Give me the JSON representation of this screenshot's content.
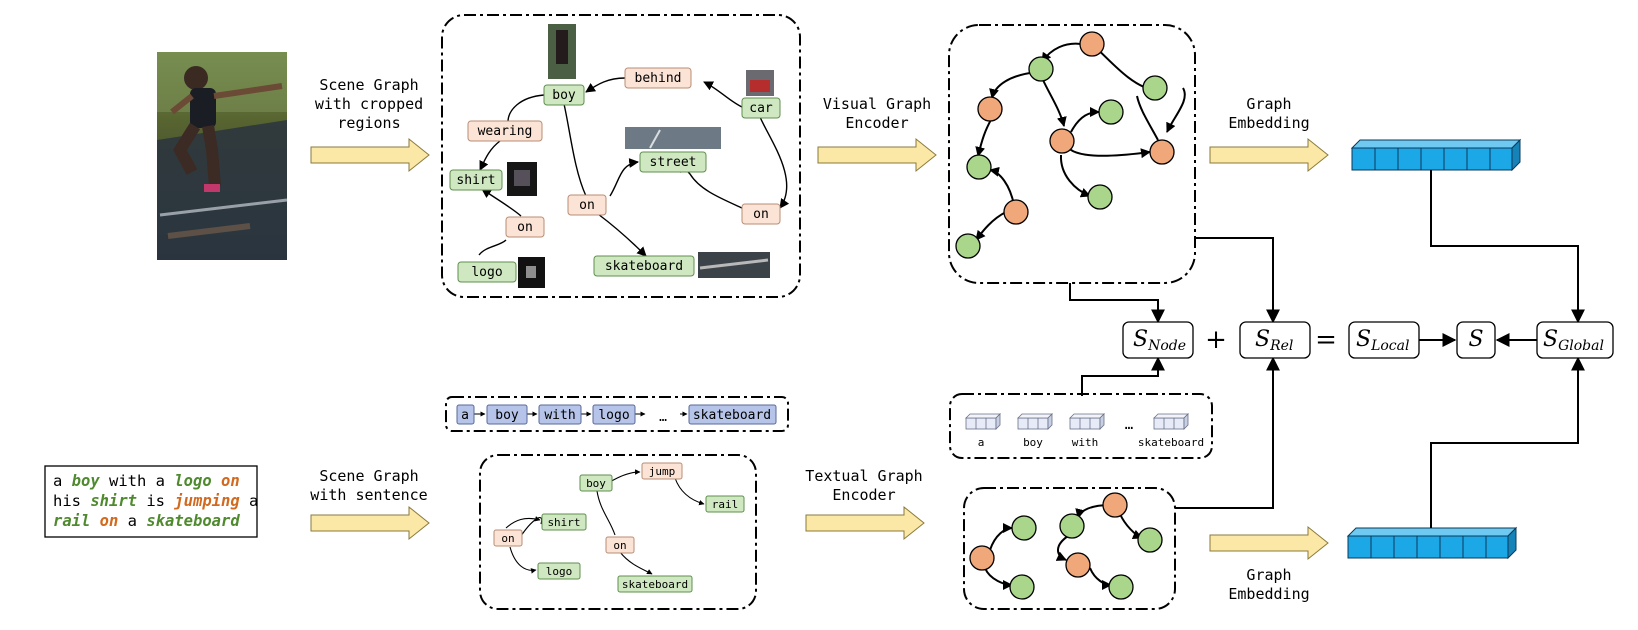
{
  "colors": {
    "object_node": "#cfe8c1",
    "object_border": "#5f8f4e",
    "relation_node": "#fbe3d6",
    "relation_border": "#b98e76",
    "arrow_fill": "#fbe8a6",
    "arrow_stroke": "#8a7a3c",
    "green_circle": "#a9d68b",
    "orange_circle": "#f0a77a",
    "embedding_blue": "#1ca7e6",
    "word_blue": "#b5c4e8",
    "green_text": "#4f8a2f",
    "orange_text": "#d2691e"
  },
  "labels": {
    "scene_graph_cropped": [
      "Scene Graph",
      "with cropped",
      "regions"
    ],
    "scene_graph_sentence": [
      "Scene Graph",
      "with sentence"
    ],
    "visual_encoder": [
      "Visual Graph",
      "Encoder"
    ],
    "textual_encoder": [
      "Textual Graph",
      "Encoder"
    ],
    "graph_embedding_top": [
      "Graph",
      "Embedding"
    ],
    "graph_embedding_bottom": [
      "Graph",
      "Embedding"
    ]
  },
  "visual_graph": {
    "objects": [
      "boy",
      "car",
      "shirt",
      "street",
      "logo",
      "skateboard"
    ],
    "relations": [
      "behind",
      "wearing",
      "on",
      "on",
      "on"
    ]
  },
  "sentence": {
    "line1": [
      {
        "text": "a ",
        "style": "plain"
      },
      {
        "text": "boy",
        "style": "green"
      },
      {
        "text": " with a ",
        "style": "plain"
      },
      {
        "text": "logo",
        "style": "green"
      },
      {
        "text": " ",
        "style": "plain"
      },
      {
        "text": "on",
        "style": "orange"
      }
    ],
    "line2": [
      {
        "text": "his ",
        "style": "plain"
      },
      {
        "text": "shirt",
        "style": "green"
      },
      {
        "text": " is ",
        "style": "plain"
      },
      {
        "text": "jumping",
        "style": "orange"
      },
      {
        "text": " a",
        "style": "plain"
      }
    ],
    "line3": [
      {
        "text": "rail",
        "style": "green"
      },
      {
        "text": " ",
        "style": "plain"
      },
      {
        "text": "on",
        "style": "orange"
      },
      {
        "text": " a ",
        "style": "plain"
      },
      {
        "text": "skateboard",
        "style": "green"
      }
    ]
  },
  "word_sequence": [
    "a",
    "boy",
    "with",
    "logo",
    "…",
    "skateboard"
  ],
  "word_embeddings": [
    "a",
    "boy",
    "with",
    "…",
    "skateboard"
  ],
  "textual_graph": {
    "objects": [
      "boy",
      "shirt",
      "logo",
      "rail",
      "skateboard"
    ],
    "relations": [
      "jump",
      "on",
      "on"
    ]
  },
  "scores": {
    "s_node": {
      "base": "S",
      "sub": "Node"
    },
    "s_rel": {
      "base": "S",
      "sub": "Rel"
    },
    "s_local": {
      "base": "S",
      "sub": "Local"
    },
    "s": {
      "base": "S",
      "sub": ""
    },
    "s_global": {
      "base": "S",
      "sub": "Global"
    },
    "plus": "+",
    "equals": "="
  }
}
